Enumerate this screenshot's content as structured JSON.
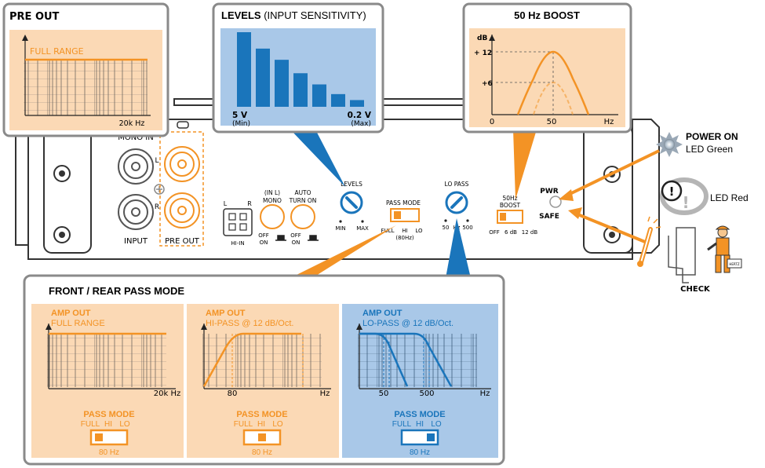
{
  "colors": {
    "orange": "#f39325",
    "orange_light": "#fbd9b5",
    "blue": "#1a75bb",
    "blue_light": "#a9c8e8",
    "panel_border": "#8a8a8a",
    "text": "#222222"
  },
  "pre_out": {
    "title": "PRE OUT",
    "graph_label": "FULL RANGE",
    "x_label": "20k Hz"
  },
  "levels": {
    "title_bold": "LEVELS",
    "title_rest": "(INPUT SENSITIVITY)",
    "left_value": "5 V",
    "left_sub": "(Min)",
    "right_value": "0.2 V",
    "right_sub": "(Max)",
    "bars": [
      1.0,
      0.78,
      0.63,
      0.45,
      0.3,
      0.17,
      0.09
    ]
  },
  "boost_panel": {
    "title": "50 Hz BOOST",
    "y_unit": "dB",
    "y_tick_high": "+ 12",
    "y_tick_mid": "+6",
    "x_zero": "0",
    "x_50": "50",
    "x_unit": "Hz"
  },
  "amp": {
    "mono_in": "MONO IN",
    "input": "INPUT",
    "pre_out": "PRE OUT",
    "label_l": "L",
    "label_r": "R",
    "hi_in": "HI-IN",
    "hi_in_l": "L",
    "hi_in_r": "R",
    "mono_line1": "(IN L)",
    "mono_line2": "MONO",
    "off": "OFF",
    "on": "ON",
    "auto_line1": "AUTO",
    "auto_line2": "TURN ON",
    "levels": "LEVELS",
    "min": "MIN",
    "max": "MAX",
    "pass_mode": "PASS MODE",
    "pass_full": "FULL",
    "pass_hi": "HI",
    "pass_lo": "LO",
    "pass_80": "(80Hz)",
    "lo_pass": "LO PASS",
    "lp_50": "50",
    "lp_hz": "Hz",
    "lp_500": "500",
    "boost_line1": "50Hz",
    "boost_line2": "BOOST",
    "boost_off": "OFF",
    "boost_6": "6 dB",
    "boost_12": "12 dB",
    "pwr": "PWR",
    "safe": "SAFE"
  },
  "status": {
    "power_on": "POWER ON",
    "led_green": "LED Green",
    "led_red": "LED Red",
    "check": "CHECK",
    "badge": "HERTZ"
  },
  "pass_section": {
    "title": "FRONT / REAR  PASS MODE",
    "panels": [
      {
        "line1": "AMP OUT",
        "line2": "FULL RANGE",
        "x_label": "20k Hz",
        "switch_title": "PASS MODE",
        "full": "FULL",
        "hi": "HI",
        "lo": "LO",
        "hz": "80 Hz"
      },
      {
        "line1": "AMP OUT",
        "line2": "HI-PASS  @  12 dB/Oct.",
        "x_mark": "80",
        "x_unit": "Hz",
        "switch_title": "PASS MODE",
        "full": "FULL",
        "hi": "HI",
        "lo": "LO",
        "hz": "80 Hz"
      },
      {
        "line1": "AMP OUT",
        "line2": "LO-PASS  @  12 dB/Oct.",
        "x_mark1": "50",
        "x_mark2": "500",
        "x_unit": "Hz",
        "switch_title": "PASS MODE",
        "full": "FULL",
        "hi": "HI",
        "lo": "LO",
        "hz": "80 Hz"
      }
    ]
  }
}
